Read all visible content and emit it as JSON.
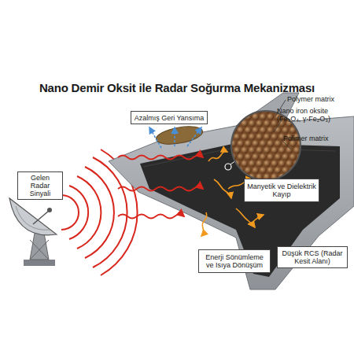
{
  "diagram": {
    "title": "Nano Demir Oksit ile Radar Soğurma Mekanizması",
    "nodes": [
      {
        "text": [
          "Gelen Radar Sinyali"
        ]
      },
      {
        "text": [
          "Azalmış Geri Yansıma"
        ]
      },
      {
        "text": [
          "Manyetik ve Dielektrik Kayıp"
        ]
      },
      {
        "text": [
          "Enerji Sönümleme ve Isıya Dönüşüm"
        ]
      },
      {
        "text": [
          "Düşük RCS (Radar Kesit Alanı)"
        ]
      }
    ],
    "labels": [
      "Polymer matrix",
      "Nano iron oksite (Fe₃O₄, γ-Fe₂O₃)",
      "Polimer matrix"
    ]
  }
}
